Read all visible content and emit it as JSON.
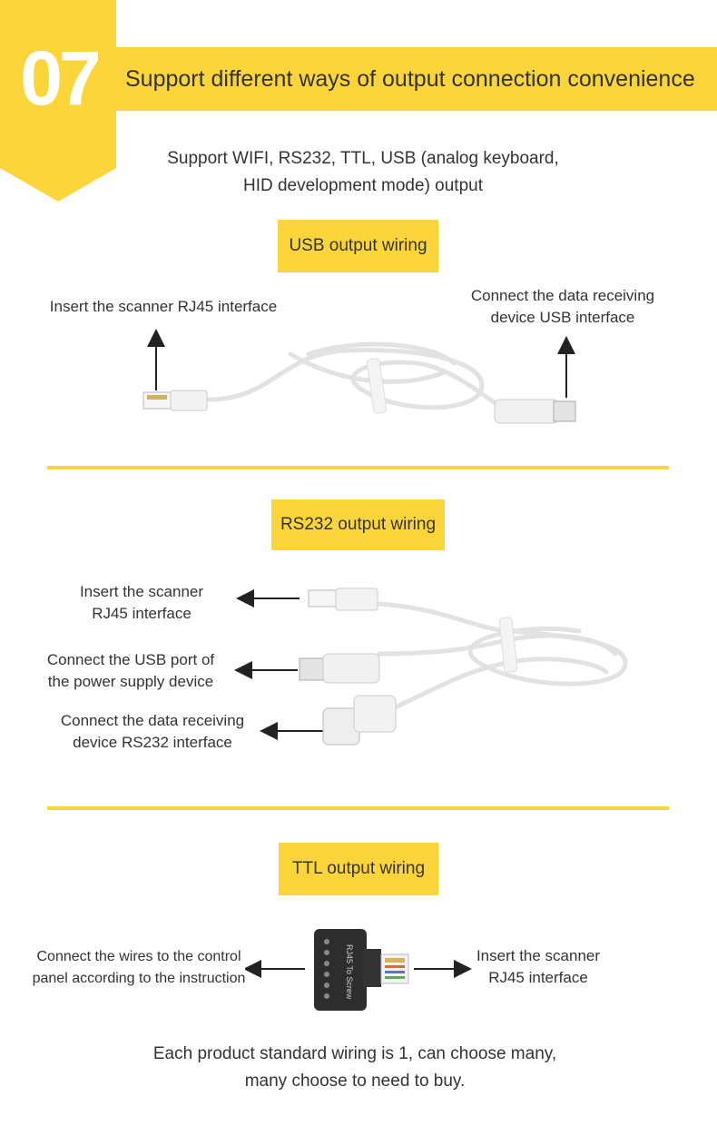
{
  "header": {
    "number": "07",
    "title": "Support different ways of output connection convenience"
  },
  "intro": {
    "line1": "Support WIFI, RS232, TTL, USB (analog keyboard,",
    "line2": "HID development mode) output"
  },
  "usb": {
    "label": "USB output wiring",
    "left_caption": "Insert the scanner RJ45 interface",
    "right_caption_line1": "Connect the data receiving",
    "right_caption_line2": "device USB interface"
  },
  "rs232": {
    "label": "RS232 output wiring",
    "caption1_line1": "Insert the scanner",
    "caption1_line2": "RJ45 interface",
    "caption2_line1": "Connect the USB port of",
    "caption2_line2": "the power supply device",
    "caption3_line1": "Connect the data receiving",
    "caption3_line2": "device RS232 interface"
  },
  "ttl": {
    "label": "TTL output wiring",
    "left_caption_line1": "Connect the wires to the control",
    "left_caption_line2": "panel according to the instruction",
    "right_caption_line1": "Insert the scanner",
    "right_caption_line2": "RJ45 interface",
    "adapter_text": "RJ45 To Screw"
  },
  "footer": {
    "line1": "Each product standard wiring is 1, can choose many,",
    "line2": "many choose to need to buy."
  },
  "colors": {
    "accent": "#fcd53a",
    "text": "#333333",
    "cable": "#e8e8e8"
  }
}
